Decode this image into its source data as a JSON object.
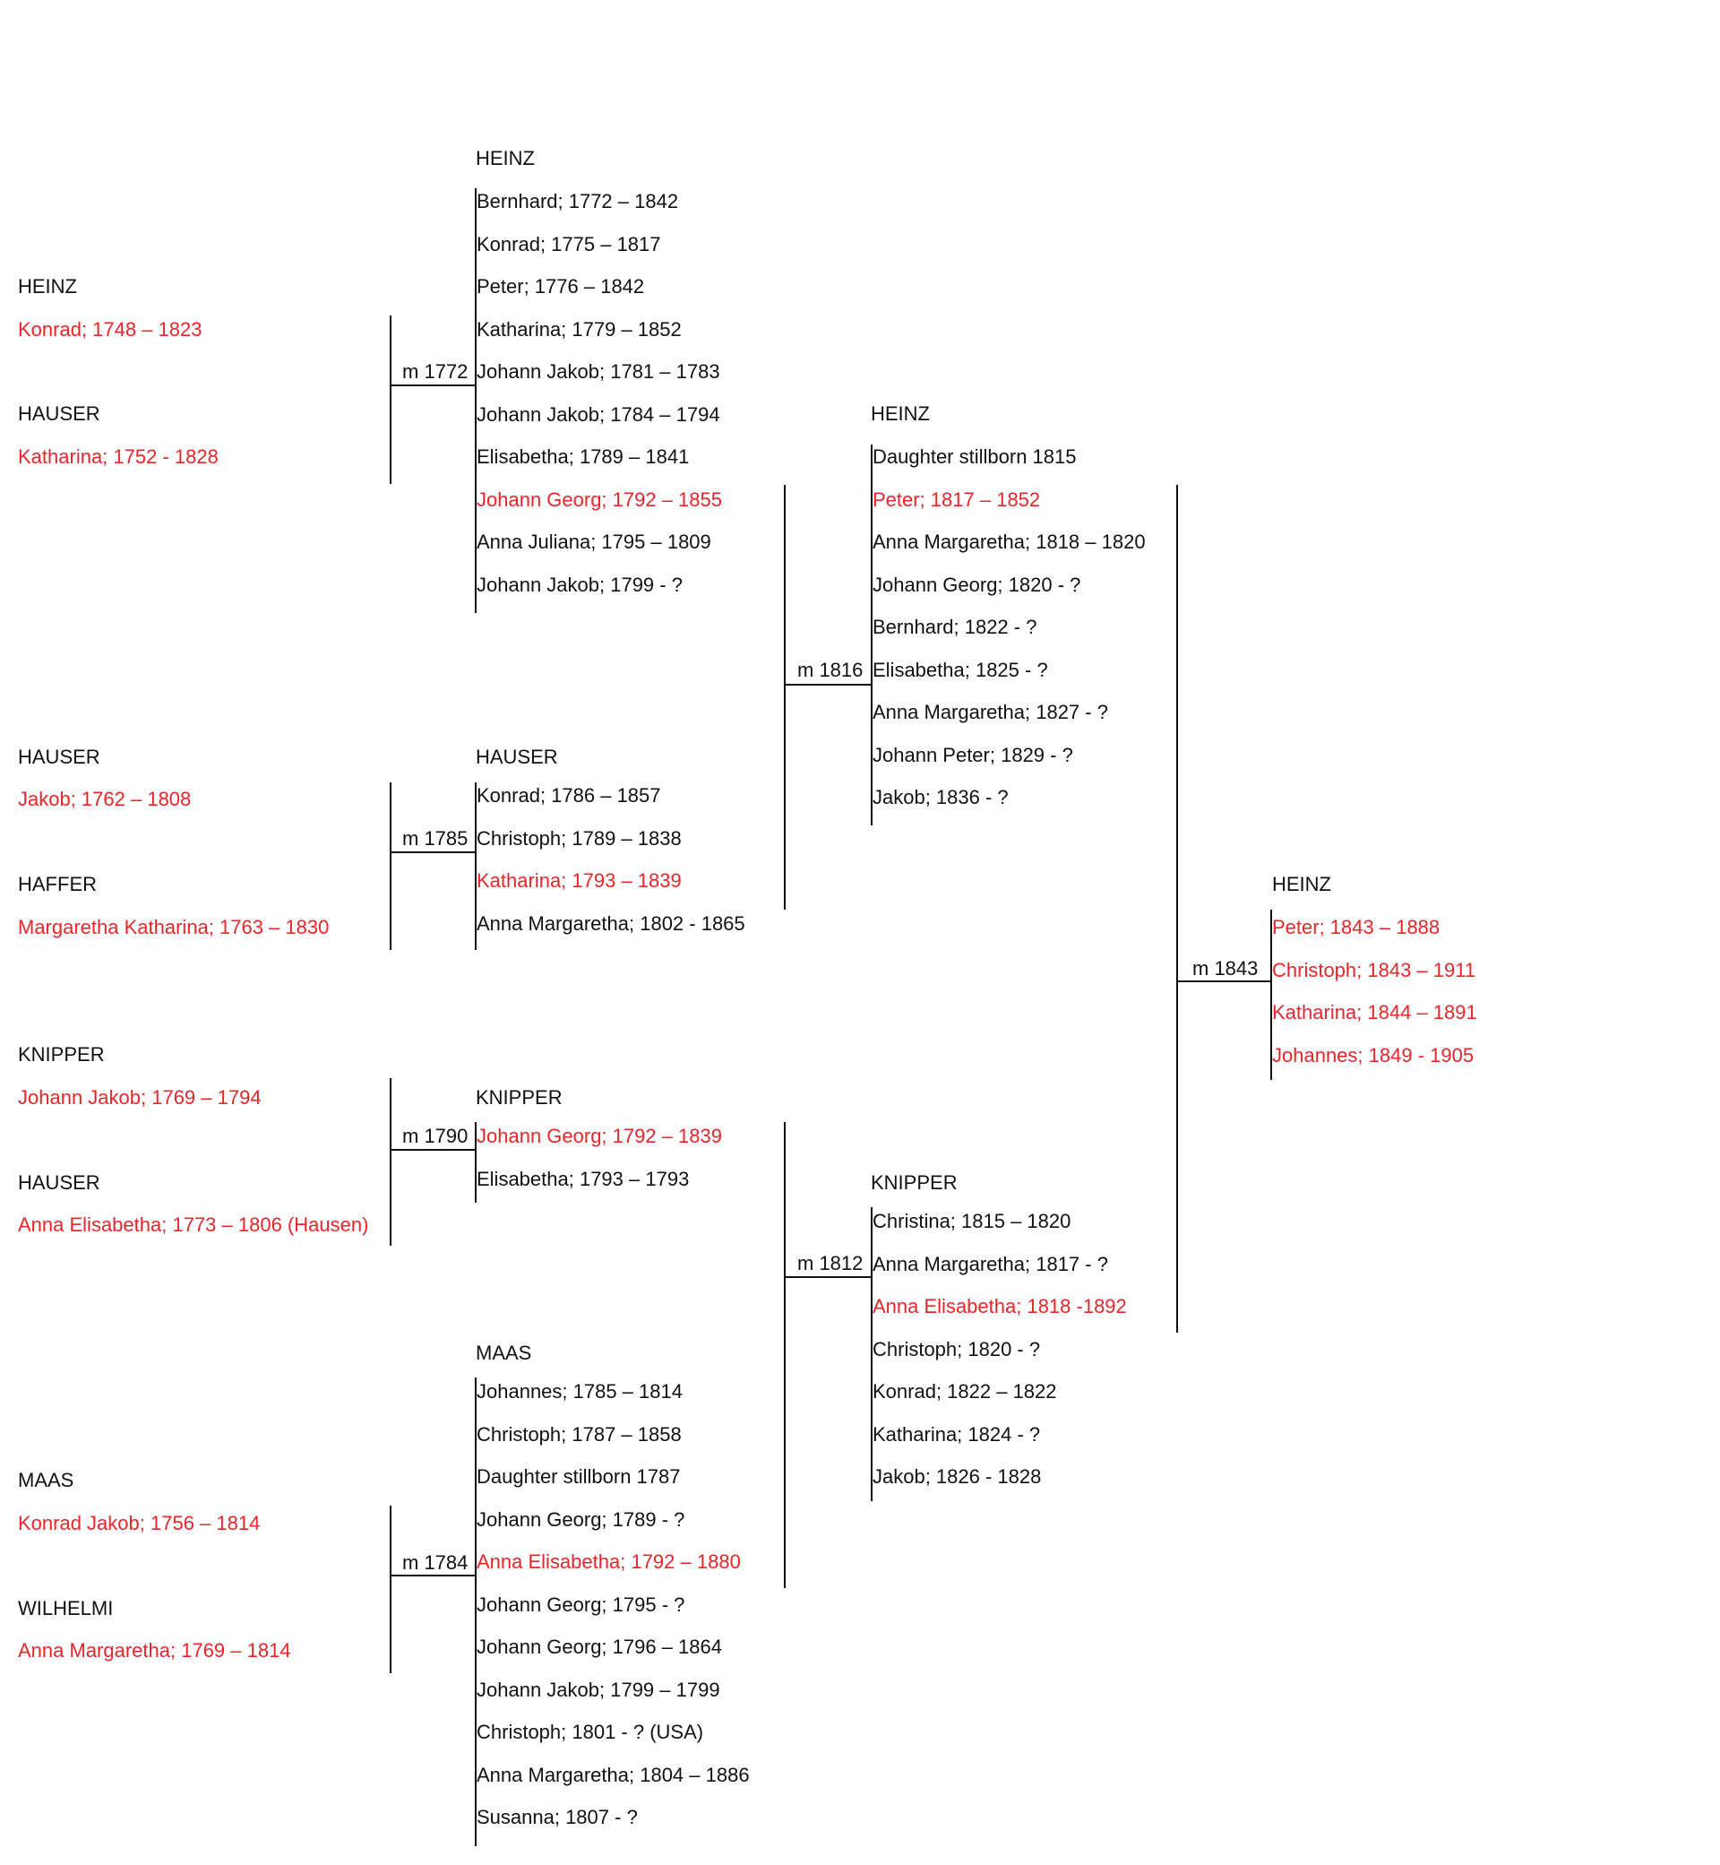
{
  "colors": {
    "highlight": "#e8262a",
    "text": "#111111",
    "lines": "#111111"
  },
  "ancestors": [
    {
      "surname": "HEINZ",
      "person": "Konrad; 1748 – 1823"
    },
    {
      "surname": "HAUSER",
      "person": "Katharina; 1752 - 1828"
    },
    {
      "surname": "HAUSER",
      "person": "Jakob; 1762 – 1808"
    },
    {
      "surname": "HAFFER",
      "person": "Margaretha Katharina; 1763 – 1830"
    },
    {
      "surname": "KNIPPER",
      "person": "Johann Jakob; 1769 – 1794"
    },
    {
      "surname": "HAUSER",
      "person": "Anna Elisabetha; 1773 – 1806 (Hausen)"
    },
    {
      "surname": "MAAS",
      "person": "Konrad Jakob; 1756 – 1814"
    },
    {
      "surname": "WILHELMI",
      "person": "Anna Margaretha; 1769 – 1814"
    }
  ],
  "marriages": {
    "m1772": "m 1772",
    "m1785": "m 1785",
    "m1790": "m 1790",
    "m1784": "m 1784",
    "m1816": "m 1816",
    "m1812": "m 1812",
    "m1843": "m 1843"
  },
  "families": {
    "heinz1": {
      "surname": "HEINZ",
      "children": [
        {
          "text": "Bernhard; 1772 – 1842",
          "highlight": false
        },
        {
          "text": "Konrad; 1775 – 1817",
          "highlight": false
        },
        {
          "text": "Peter; 1776 – 1842",
          "highlight": false
        },
        {
          "text": "Katharina; 1779 – 1852",
          "highlight": false
        },
        {
          "text": "Johann Jakob; 1781 – 1783",
          "highlight": false
        },
        {
          "text": "Johann Jakob; 1784 – 1794",
          "highlight": false
        },
        {
          "text": "Elisabetha; 1789 – 1841",
          "highlight": false
        },
        {
          "text": "Johann Georg; 1792 – 1855",
          "highlight": true
        },
        {
          "text": "Anna Juliana; 1795 – 1809",
          "highlight": false
        },
        {
          "text": "Johann Jakob; 1799 - ?",
          "highlight": false
        }
      ]
    },
    "hauser": {
      "surname": "HAUSER",
      "children": [
        {
          "text": "Konrad; 1786 – 1857",
          "highlight": false
        },
        {
          "text": "Christoph; 1789 – 1838",
          "highlight": false
        },
        {
          "text": "Katharina; 1793 – 1839",
          "highlight": true
        },
        {
          "text": "Anna Margaretha; 1802 - 1865",
          "highlight": false
        }
      ]
    },
    "knipper1": {
      "surname": "KNIPPER",
      "children": [
        {
          "text": "Johann Georg; 1792 – 1839",
          "highlight": true
        },
        {
          "text": "Elisabetha; 1793 – 1793",
          "highlight": false
        }
      ]
    },
    "maas": {
      "surname": "MAAS",
      "children": [
        {
          "text": "Johannes; 1785 – 1814",
          "highlight": false
        },
        {
          "text": "Christoph; 1787 – 1858",
          "highlight": false
        },
        {
          "text": "Daughter stillborn 1787",
          "highlight": false
        },
        {
          "text": "Johann Georg; 1789 - ?",
          "highlight": false
        },
        {
          "text": "Anna Elisabetha; 1792 – 1880",
          "highlight": true
        },
        {
          "text": "Johann Georg; 1795 - ?",
          "highlight": false
        },
        {
          "text": "Johann Georg; 1796 – 1864",
          "highlight": false
        },
        {
          "text": "Johann Jakob; 1799 – 1799",
          "highlight": false
        },
        {
          "text": "Christoph; 1801 - ? (USA)",
          "highlight": false
        },
        {
          "text": "Anna Margaretha; 1804 – 1886",
          "highlight": false
        },
        {
          "text": "Susanna; 1807 - ?",
          "highlight": false
        }
      ]
    },
    "heinz2": {
      "surname": "HEINZ",
      "children": [
        {
          "text": "Daughter stillborn 1815",
          "highlight": false
        },
        {
          "text": "Peter; 1817 – 1852",
          "highlight": true
        },
        {
          "text": "Anna Margaretha; 1818 – 1820",
          "highlight": false
        },
        {
          "text": "Johann Georg; 1820 - ?",
          "highlight": false
        },
        {
          "text": "Bernhard; 1822 - ?",
          "highlight": false
        },
        {
          "text": "Elisabetha; 1825 - ?",
          "highlight": false
        },
        {
          "text": "Anna Margaretha; 1827 - ?",
          "highlight": false
        },
        {
          "text": "Johann Peter; 1829 - ?",
          "highlight": false
        },
        {
          "text": "Jakob; 1836 - ?",
          "highlight": false
        }
      ]
    },
    "knipper2": {
      "surname": "KNIPPER",
      "children": [
        {
          "text": "Christina; 1815 – 1820",
          "highlight": false
        },
        {
          "text": "Anna Margaretha; 1817 - ?",
          "highlight": false
        },
        {
          "text": "Anna Elisabetha; 1818 -1892",
          "highlight": true
        },
        {
          "text": "Christoph; 1820 - ?",
          "highlight": false
        },
        {
          "text": "Konrad; 1822 – 1822",
          "highlight": false
        },
        {
          "text": "Katharina; 1824 - ?",
          "highlight": false
        },
        {
          "text": "Jakob; 1826 - 1828",
          "highlight": false
        }
      ]
    },
    "heinz3": {
      "surname": "HEINZ",
      "children": [
        {
          "text": "Peter; 1843 – 1888",
          "highlight": true
        },
        {
          "text": "Christoph; 1843 – 1911",
          "highlight": true
        },
        {
          "text": "Katharina; 1844 – 1891",
          "highlight": true
        },
        {
          "text": "Johannes; 1849 - 1905",
          "highlight": true
        }
      ]
    }
  }
}
